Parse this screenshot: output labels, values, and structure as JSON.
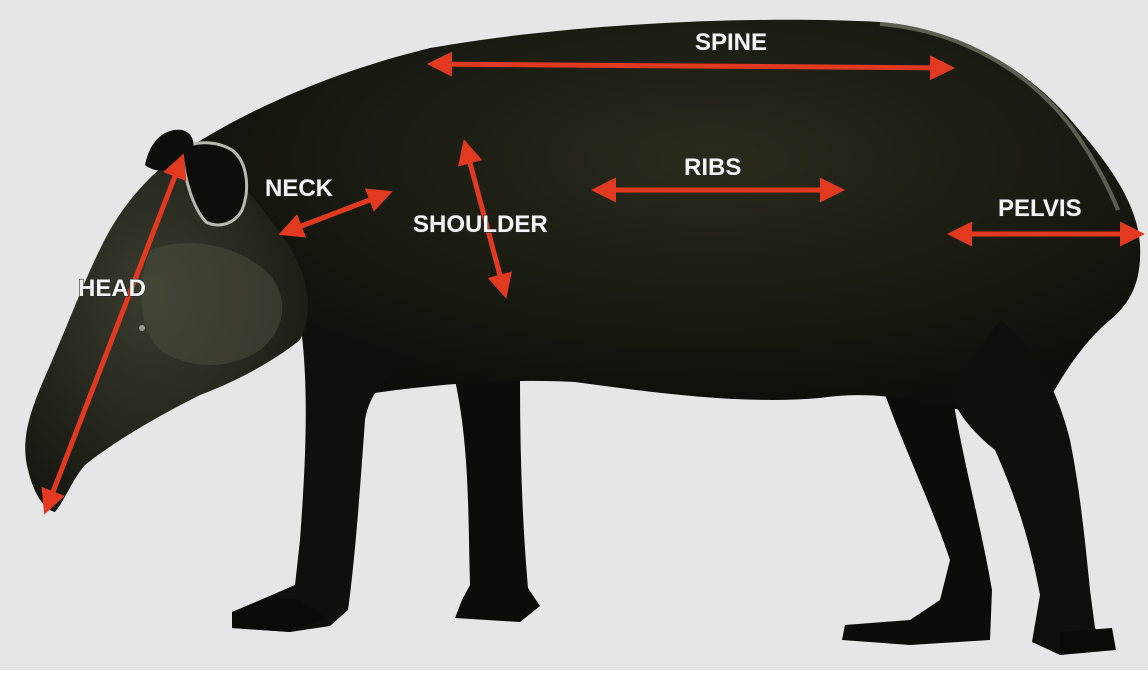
{
  "diagram": {
    "colors": {
      "background": "#e6e6e6",
      "body": "#15160f",
      "arrow": "#e23a20",
      "label_text": "#f4f4f4"
    },
    "labels": {
      "spine": "SPINE",
      "ribs": "RIBS",
      "neck": "NECK",
      "shoulder": "SHOULDER",
      "pelvis": "PELVIS",
      "head": "HEAD"
    }
  }
}
